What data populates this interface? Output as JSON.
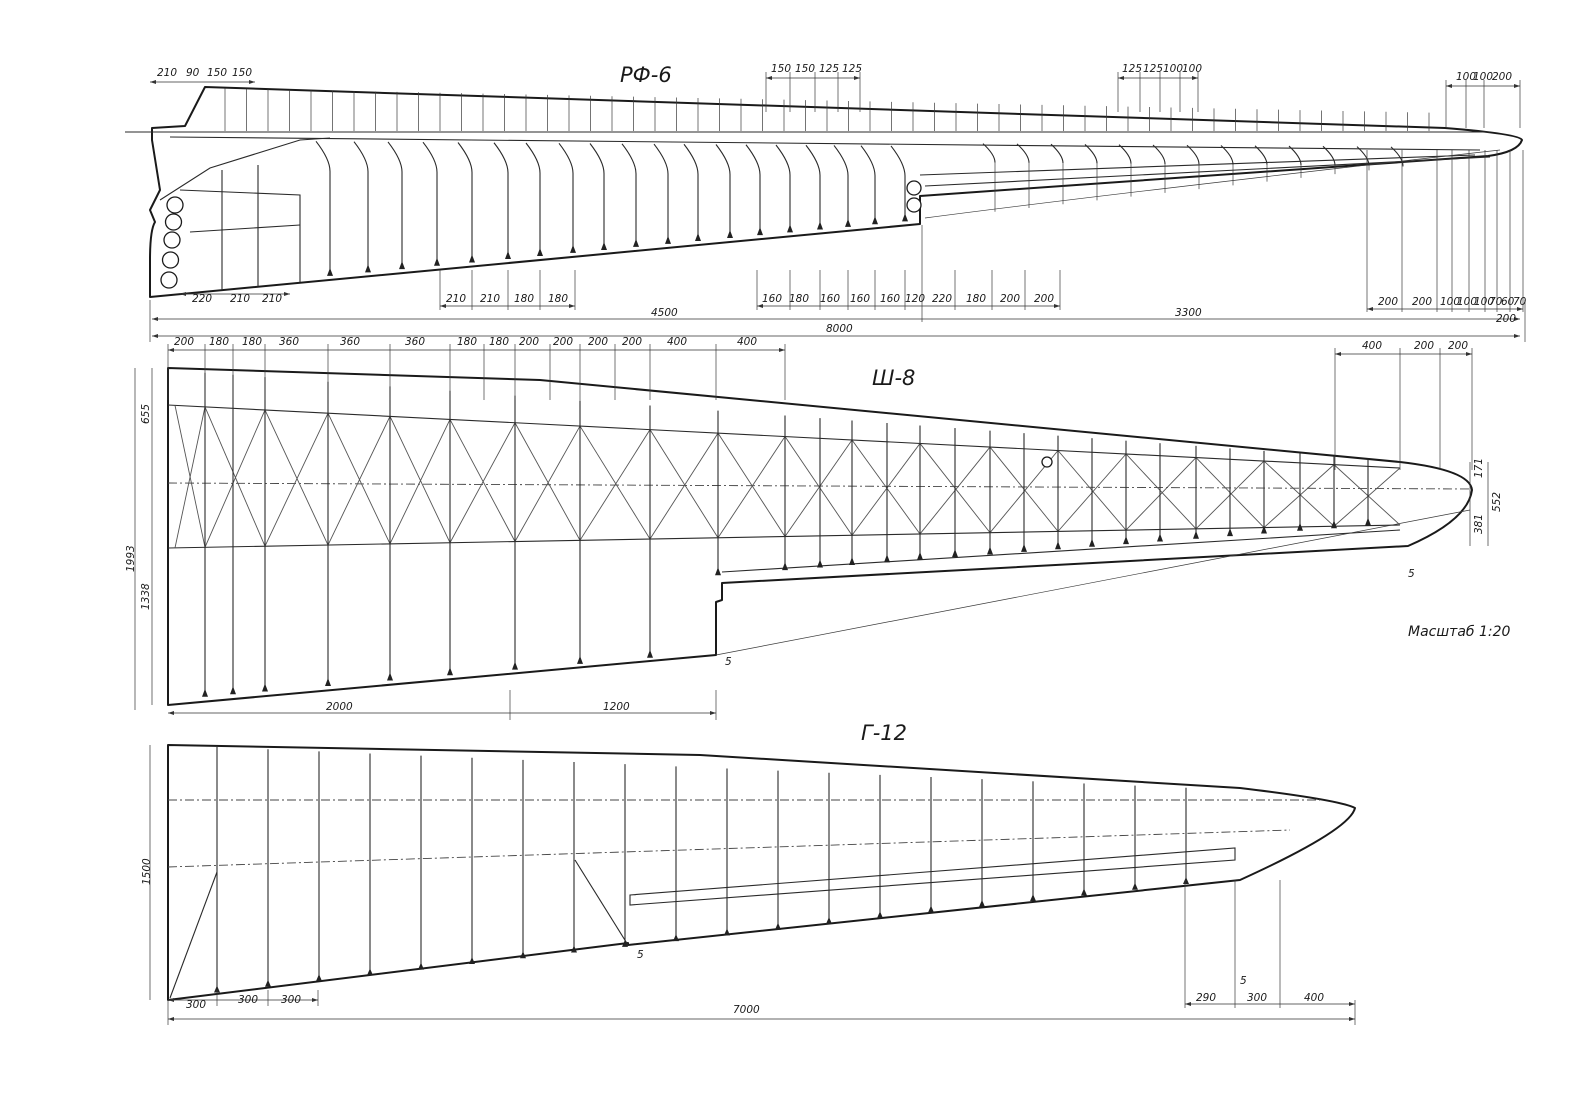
{
  "scale_label": "Масштаб 1:20",
  "wings": [
    {
      "id": "rf6",
      "title": "РФ-6",
      "top_dims": [
        {
          "id": "a",
          "v": "210"
        },
        {
          "id": "b",
          "v": "90"
        },
        {
          "id": "c",
          "v": "150"
        },
        {
          "id": "d",
          "v": "150"
        },
        {
          "id": "e",
          "v": "150"
        },
        {
          "id": "f",
          "v": "150"
        },
        {
          "id": "g",
          "v": "125"
        },
        {
          "id": "h",
          "v": "125"
        },
        {
          "id": "i",
          "v": "125"
        },
        {
          "id": "j",
          "v": "125"
        },
        {
          "id": "k",
          "v": "100"
        },
        {
          "id": "l",
          "v": "100"
        },
        {
          "id": "m",
          "v": "100"
        },
        {
          "id": "n",
          "v": "100"
        },
        {
          "id": "o",
          "v": "200"
        }
      ],
      "bottom_dims": [
        {
          "id": "a",
          "v": "220"
        },
        {
          "id": "b",
          "v": "210"
        },
        {
          "id": "c",
          "v": "210"
        },
        {
          "id": "d",
          "v": "210"
        },
        {
          "id": "e",
          "v": "210"
        },
        {
          "id": "f",
          "v": "180"
        },
        {
          "id": "g",
          "v": "180"
        },
        {
          "id": "h",
          "v": "160"
        },
        {
          "id": "i",
          "v": "180"
        },
        {
          "id": "j",
          "v": "160"
        },
        {
          "id": "k",
          "v": "160"
        },
        {
          "id": "l",
          "v": "160"
        },
        {
          "id": "m",
          "v": "120"
        },
        {
          "id": "n",
          "v": "220"
        },
        {
          "id": "o",
          "v": "180"
        },
        {
          "id": "p",
          "v": "200"
        },
        {
          "id": "q",
          "v": "200"
        },
        {
          "id": "r",
          "v": "200"
        },
        {
          "id": "s",
          "v": "200"
        },
        {
          "id": "t",
          "v": "100"
        },
        {
          "id": "u",
          "v": "100"
        },
        {
          "id": "w",
          "v": "100"
        },
        {
          "id": "x",
          "v": "70"
        },
        {
          "id": "y",
          "v": "60"
        },
        {
          "id": "z",
          "v": "70"
        }
      ],
      "overall_dims": [
        {
          "id": "a",
          "v": "4500"
        },
        {
          "id": "b",
          "v": "3300"
        },
        {
          "id": "c",
          "v": "8000"
        },
        {
          "id": "d",
          "v": "200"
        }
      ]
    },
    {
      "id": "sh8",
      "title": "Ш-8",
      "top_dims": [
        {
          "id": "a",
          "v": "200"
        },
        {
          "id": "b",
          "v": "180"
        },
        {
          "id": "c",
          "v": "180"
        },
        {
          "id": "d",
          "v": "360"
        },
        {
          "id": "e",
          "v": "360"
        },
        {
          "id": "f",
          "v": "360"
        },
        {
          "id": "g",
          "v": "180"
        },
        {
          "id": "h",
          "v": "180"
        },
        {
          "id": "i",
          "v": "200"
        },
        {
          "id": "j",
          "v": "200"
        },
        {
          "id": "k",
          "v": "200"
        },
        {
          "id": "l",
          "v": "200"
        },
        {
          "id": "m",
          "v": "400"
        },
        {
          "id": "n",
          "v": "400"
        },
        {
          "id": "o",
          "v": "400"
        },
        {
          "id": "p",
          "v": "200"
        },
        {
          "id": "q",
          "v": "200"
        }
      ],
      "left_dims": [
        {
          "id": "a",
          "v": "655"
        },
        {
          "id": "b",
          "v": "1993"
        },
        {
          "id": "c",
          "v": "1338"
        }
      ],
      "right_dims": [
        {
          "id": "a",
          "v": "171"
        },
        {
          "id": "b",
          "v": "552"
        },
        {
          "id": "c",
          "v": "381"
        },
        {
          "id": "d",
          "v": "5"
        }
      ],
      "bottom_dims": [
        {
          "id": "a",
          "v": "2000"
        },
        {
          "id": "b",
          "v": "1200"
        },
        {
          "id": "c",
          "v": "5"
        }
      ]
    },
    {
      "id": "g12",
      "title": "Г-12",
      "left_dims": [
        {
          "id": "a",
          "v": "1500"
        }
      ],
      "bottom_dims": [
        {
          "id": "a",
          "v": "300"
        },
        {
          "id": "b",
          "v": "300"
        },
        {
          "id": "c",
          "v": "300"
        },
        {
          "id": "d",
          "v": "5"
        },
        {
          "id": "e",
          "v": "290"
        },
        {
          "id": "f",
          "v": "5"
        },
        {
          "id": "g",
          "v": "300"
        },
        {
          "id": "h",
          "v": "400"
        },
        {
          "id": "i",
          "v": "7000"
        }
      ]
    }
  ]
}
